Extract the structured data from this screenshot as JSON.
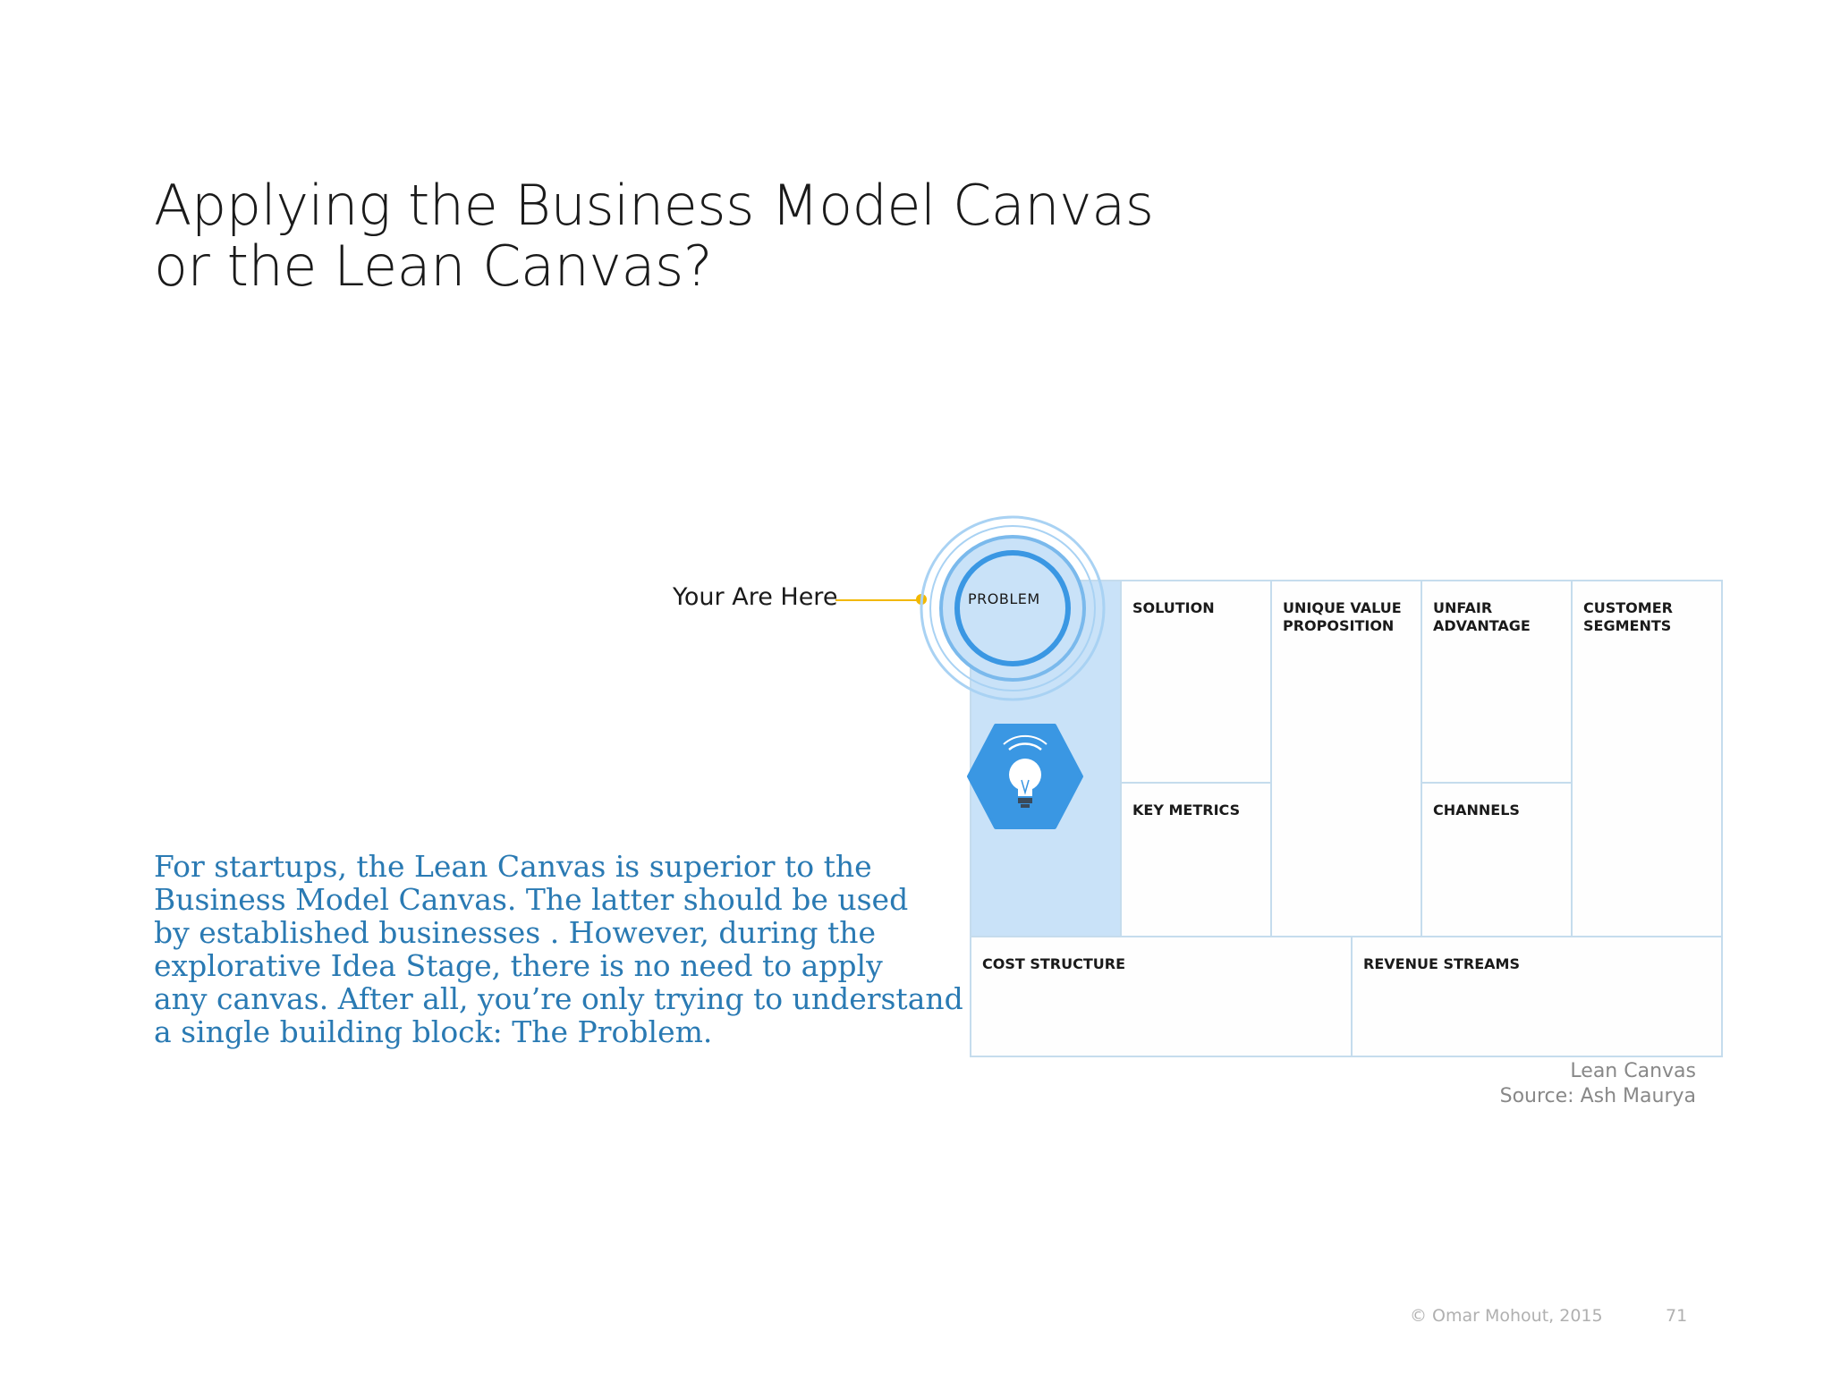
{
  "slide": {
    "title_line1": "Applying the Business Model Canvas",
    "title_line2": "or the Lean Canvas?",
    "body_lines": [
      "For startups, the Lean Canvas is superior to the",
      "Business Model Canvas. The latter should be used",
      "by established businesses . However, during the",
      "explorative Idea Stage, there is no need to apply",
      "any canvas. After all, you’re only trying to understand",
      "a single building block: The Problem."
    ],
    "pointer_label": "Your Are Here"
  },
  "lean_canvas": {
    "problem": "PROBLEM",
    "solution": "SOLUTION",
    "unique_value_proposition": "UNIQUE VALUE\nPROPOSITION",
    "unfair_advantage": "UNFAIR\nADVANTAGE",
    "customer_segments": "CUSTOMER\nSEGMENTS",
    "key_metrics": "KEY METRICS",
    "channels": "CHANNELS",
    "cost_structure": "COST STRUCTURE",
    "revenue_streams": "REVENUE STREAMS",
    "highlight_color": "#c9e2f8",
    "accent_color": "#3a97e3",
    "pointer_color": "#f2b800"
  },
  "caption": {
    "line1": "Lean Canvas",
    "line2": "Source: Ash Maurya"
  },
  "footer": {
    "copyright": "© Omar Mohout, 2015",
    "page_number": "71"
  }
}
